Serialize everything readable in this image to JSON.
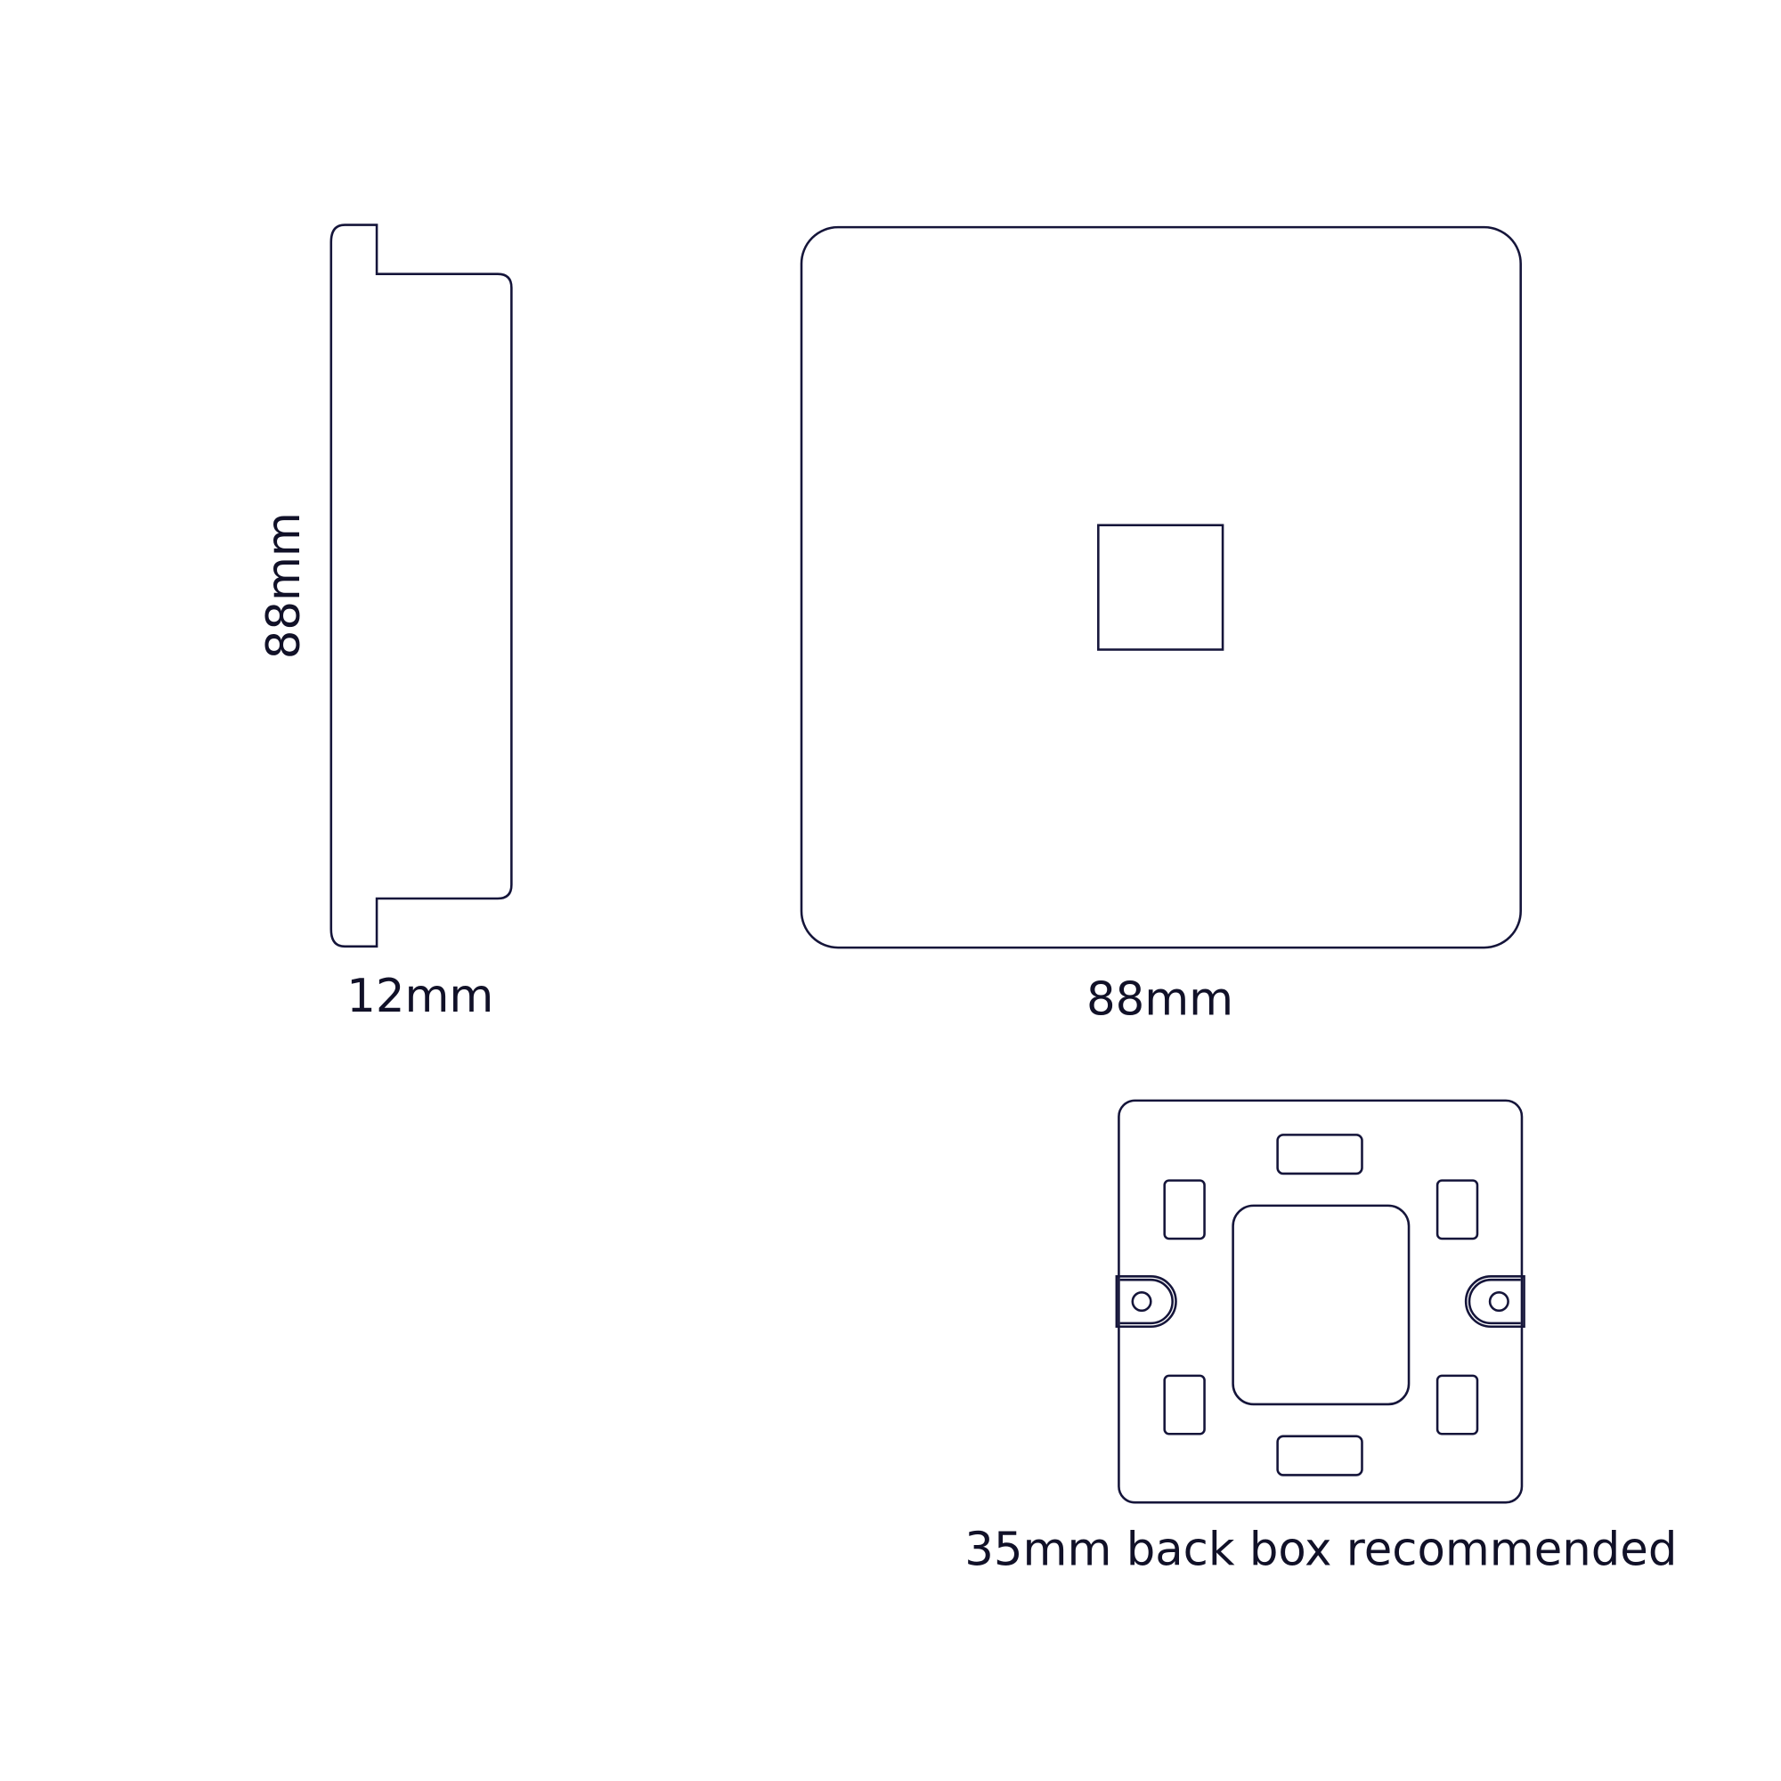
{
  "colors": {
    "line": "#15153a",
    "text": "#111128",
    "background": "#ffffff"
  },
  "labels": {
    "side_height": "88mm",
    "side_depth": "12mm",
    "front_width": "88mm",
    "back_box_note": "35mm back box recommended"
  }
}
